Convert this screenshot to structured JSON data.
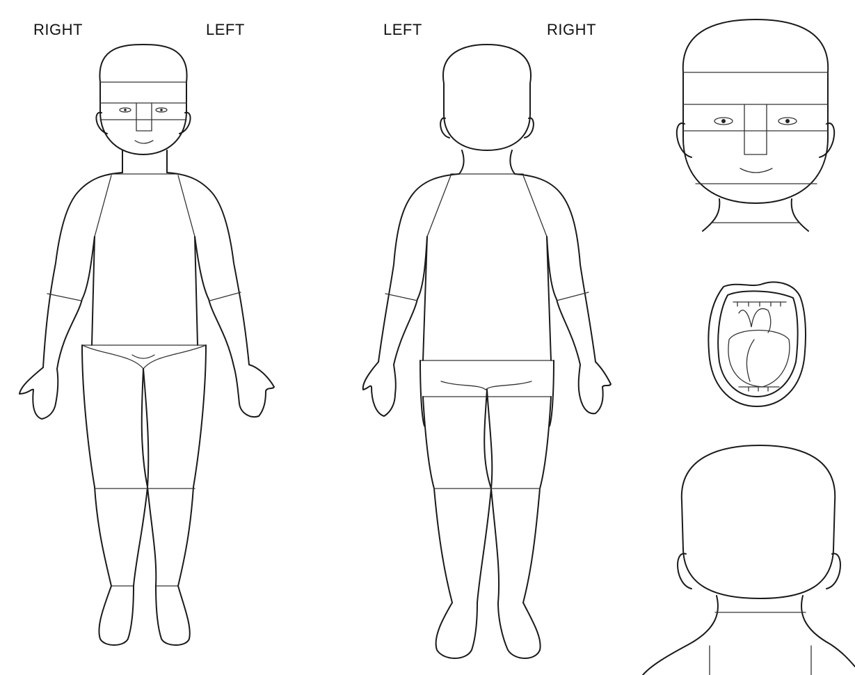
{
  "labels": {
    "front_right": "RIGHT",
    "front_left": "LEFT",
    "back_left": "LEFT",
    "back_right": "RIGHT"
  },
  "colors": {
    "line": "#1a1a1a",
    "background": "#ffffff"
  }
}
